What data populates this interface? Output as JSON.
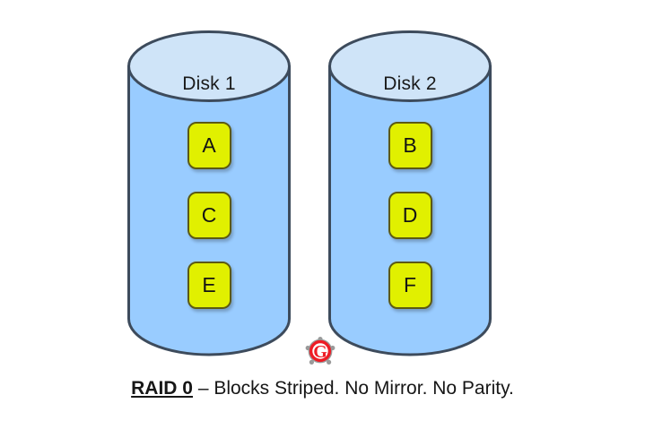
{
  "diagram": {
    "title_text": "RAID 0",
    "caption_rest": " – Blocks Striped. No Mirror. No Parity.",
    "background_color": "#ffffff",
    "colors": {
      "cylinder_body": "#99ccff",
      "cylinder_top": "#cfe4f8",
      "cylinder_border": "#3d4b5c",
      "block_fill": "#e1f000",
      "block_border": "#5c5a14",
      "text": "#161616",
      "logo_red": "#ee1c25",
      "logo_gray": "#9a9a9a"
    },
    "disks": [
      {
        "label": "Disk 1",
        "blocks": [
          {
            "letter": "A"
          },
          {
            "letter": "C"
          },
          {
            "letter": "E"
          }
        ]
      },
      {
        "label": "Disk 2",
        "blocks": [
          {
            "letter": "B"
          },
          {
            "letter": "D"
          },
          {
            "letter": "F"
          }
        ]
      }
    ],
    "logo": {
      "letter": "G",
      "icon_name": "g-circle-logo-icon"
    }
  }
}
